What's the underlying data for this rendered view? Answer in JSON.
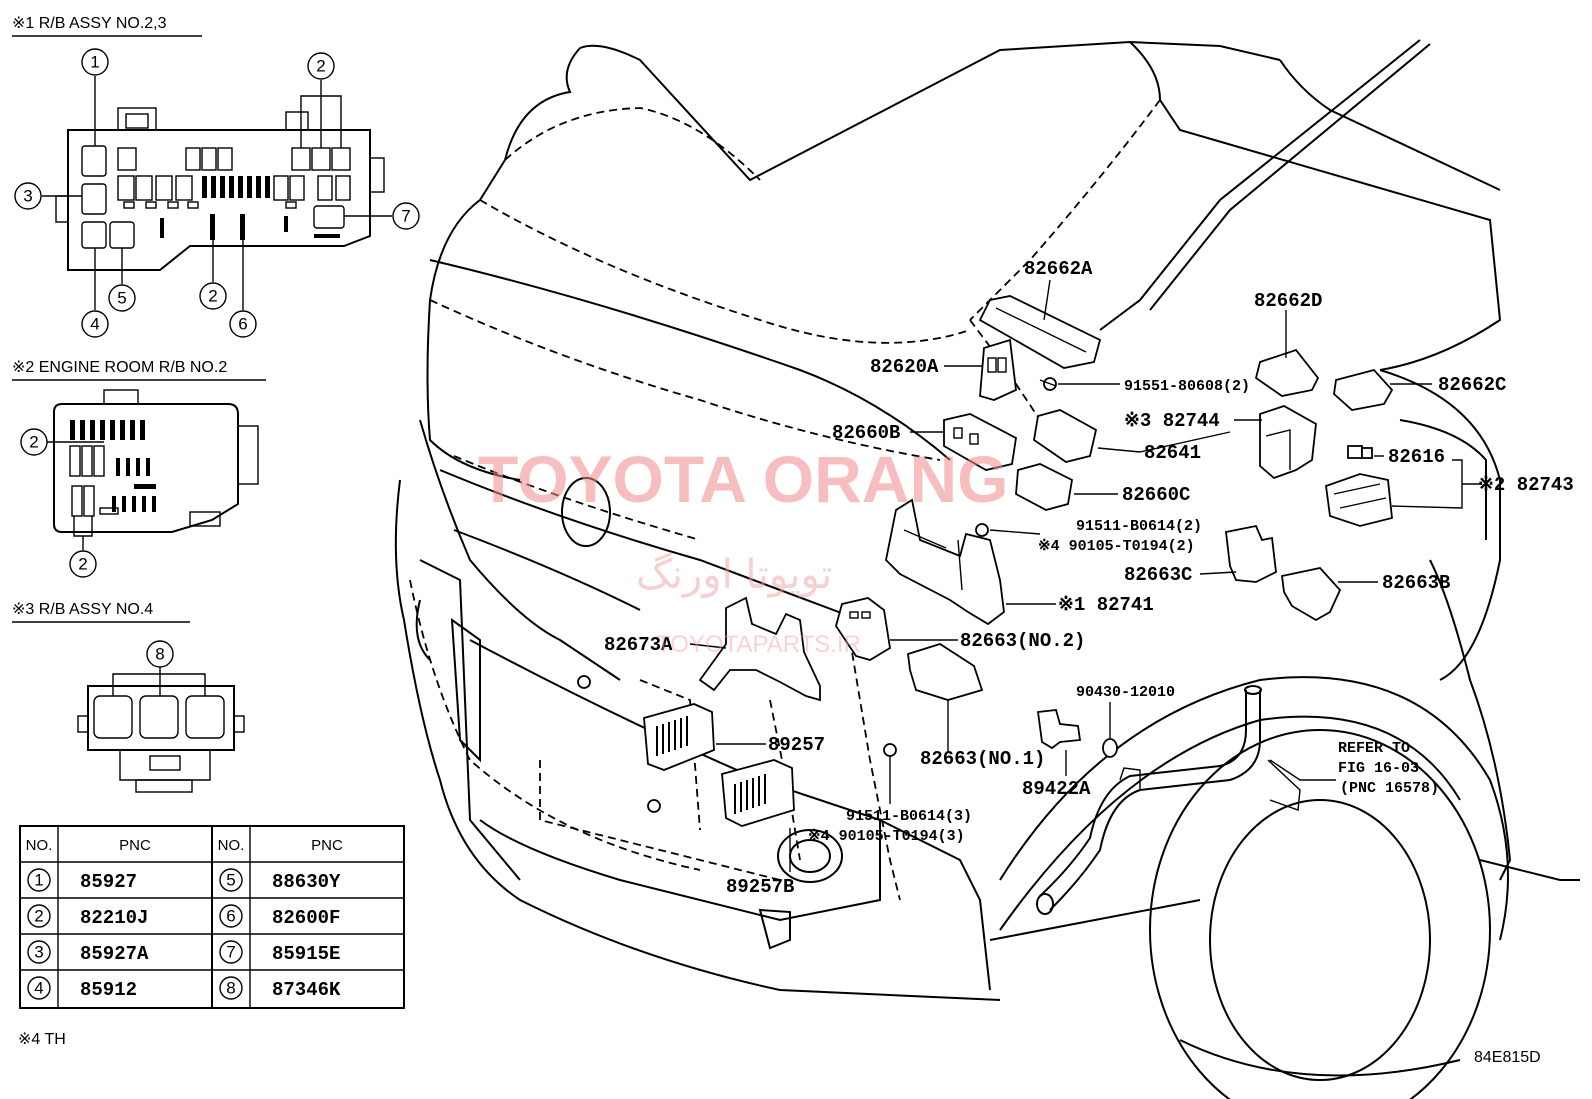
{
  "sections": {
    "s1_title": "※1 R/B ASSY NO.2,3",
    "s2_title": "※2 ENGINE ROOM R/B NO.2",
    "s3_title": "※3 R/B ASSY NO.4"
  },
  "callouts": {
    "c1": "1",
    "c2a": "2",
    "c3": "3",
    "c4": "4",
    "c5": "5",
    "c2b": "2",
    "c6": "6",
    "c7": "7",
    "c2c": "2",
    "c2d": "2",
    "c8": "8"
  },
  "table": {
    "headers": [
      "NO.",
      "PNC",
      "NO.",
      "PNC"
    ],
    "left": [
      {
        "no": "1",
        "pnc": "85927"
      },
      {
        "no": "2",
        "pnc": "82210J"
      },
      {
        "no": "3",
        "pnc": "85927A"
      },
      {
        "no": "4",
        "pnc": "85912"
      }
    ],
    "right": [
      {
        "no": "5",
        "pnc": "88630Y"
      },
      {
        "no": "6",
        "pnc": "82600F"
      },
      {
        "no": "7",
        "pnc": "85915E"
      },
      {
        "no": "8",
        "pnc": "87346K"
      }
    ]
  },
  "footnote": "※4 TH",
  "figure_code": "84E815D",
  "labels": {
    "p82662A": "82662A",
    "p82620A": "82620A",
    "p91551": "91551-80608(2)",
    "p82662D": "82662D",
    "p82662C": "82662C",
    "p82660B": "82660B",
    "p82744": "※3 82744",
    "p82641": "82641",
    "p82616": "82616",
    "p82743": "※2 82743",
    "p82660C": "82660C",
    "p91511a": "91511-B0614(2)",
    "p90105a": "※4 90105-T0194(2)",
    "p82663C": "82663C",
    "p82663B": "82663B",
    "p82741": "※1 82741",
    "p82673A": "82673A",
    "p82663no2": "82663(NO.2)",
    "p90430": "90430-12010",
    "p89257": "89257",
    "p82663no1": "82663(NO.1)",
    "p89422A": "89422A",
    "p91511b": "91511-B0614(3)",
    "p90105b": "※4 90105-T0194(3)",
    "p89257B": "89257B",
    "refer1": "REFER TO",
    "refer2": "FIG 16-03",
    "refer3": "(PNC 16578)"
  },
  "watermark": {
    "main": "TOYOTA ORANG",
    "persian": "تویوتا اورنگ",
    "site": "TOYOTAPARTS.IR"
  }
}
